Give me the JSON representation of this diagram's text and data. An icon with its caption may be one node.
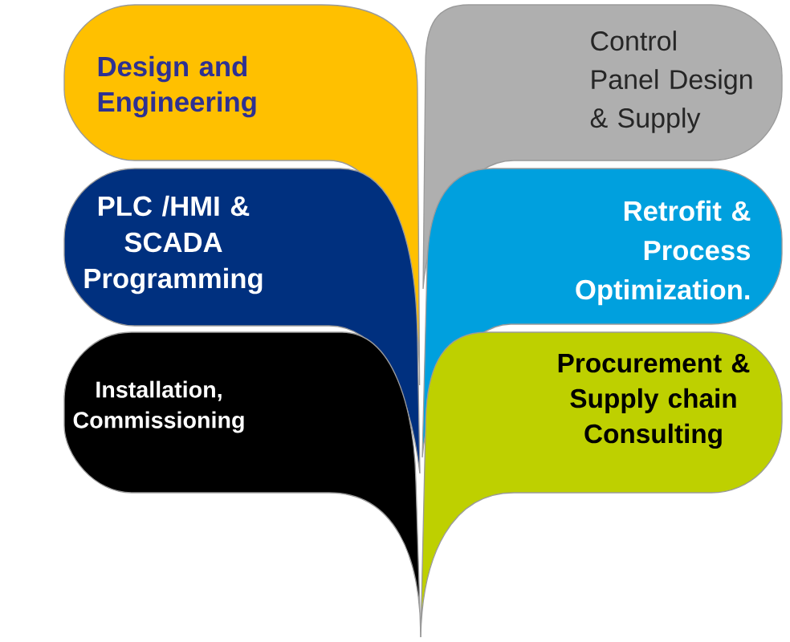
{
  "diagram": {
    "nodes": [
      {
        "text": [
          "Design and Engineering"
        ]
      },
      {
        "text": [
          "Control Panel Design & Supply"
        ]
      },
      {
        "text": [
          "PLC /HMI & SCADA Programming"
        ]
      },
      {
        "text": [
          "Retrofit & Process Optimization."
        ]
      },
      {
        "text": [
          "Installation, Commissioning"
        ]
      },
      {
        "text": [
          "Procurement & Supply chain Consulting"
        ]
      }
    ]
  }
}
